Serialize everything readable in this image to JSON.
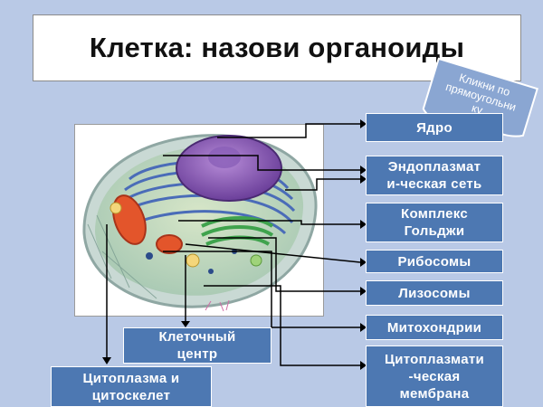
{
  "title": "Клетка: назови органоиды",
  "hint": [
    "Кликни по",
    "прямоугольни",
    "ку"
  ],
  "labels": {
    "nucleus": "Ядро",
    "er_line1": "Эндоплазмат",
    "er_line2": "и-ческая сеть",
    "golgi_line1": "Комплекс",
    "golgi_line2": "Гольджи",
    "ribosomes": "Рибосомы",
    "lysosomes": "Лизосомы",
    "mitochondria": "Митохондрии",
    "membrane_line1": "Цитоплазмати",
    "membrane_line2": "-ческая",
    "membrane_line3": "мембрана",
    "centrosome_line1": "Клеточный",
    "centrosome_line2": "центр",
    "cytoplasm_line1": "Цитоплазма и",
    "cytoplasm_line2": "цитоскелет"
  },
  "colors": {
    "background": "#b9c9e6",
    "label_fill": "#4d78b2",
    "hint_fill": "#8aa6d2"
  }
}
